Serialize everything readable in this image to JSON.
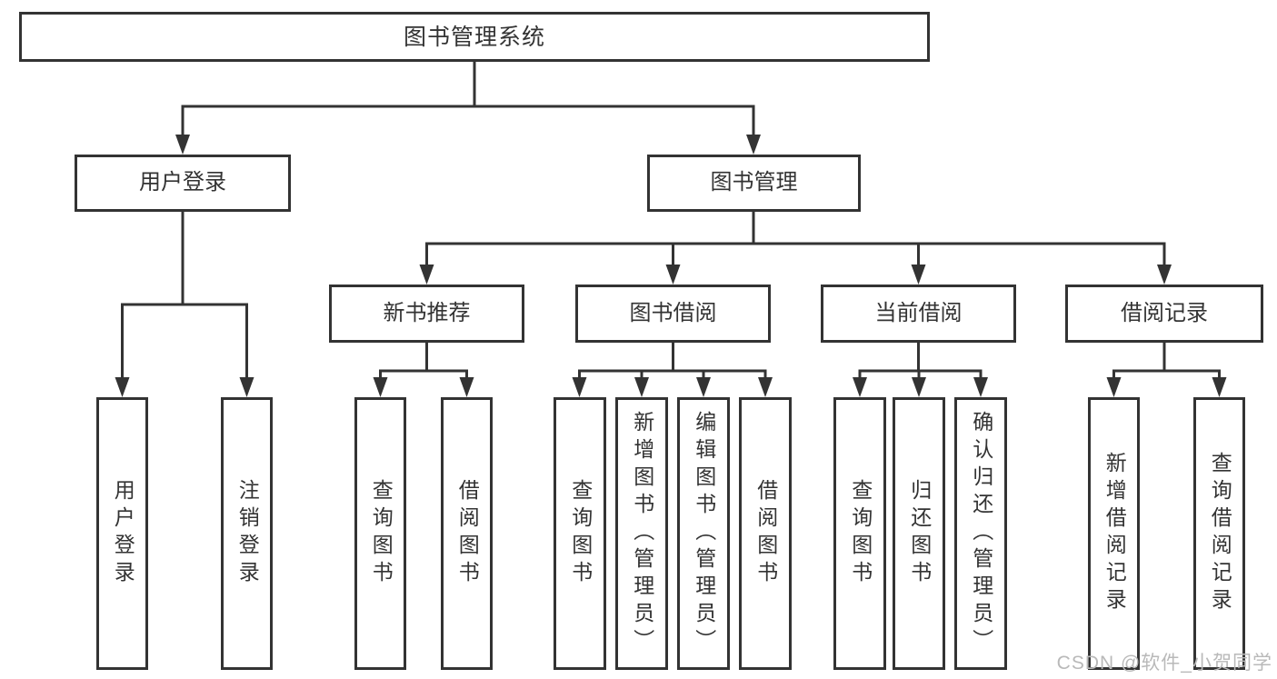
{
  "title": "图书管理系统",
  "watermark": "CSDN @软件_小贺同学",
  "colors": {
    "line": "#333333",
    "box_border": "#333333",
    "text": "#333333",
    "watermark": "#b9b9b9",
    "background": "#ffffff"
  },
  "nodes": {
    "root": "图书管理系统",
    "user_login": "用户登录",
    "book_mgmt": "图书管理",
    "new_book_rec": "新书推荐",
    "book_borrow": "图书借阅",
    "current_borrow": "当前借阅",
    "borrow_records": "借阅记录",
    "ul_login": "用户登录",
    "ul_logout": "注销登录",
    "nbr_query": "查询图书",
    "nbr_borrow": "借阅图书",
    "bb_query": "查询图书",
    "bb_add": "新增图书（管理员）",
    "bb_edit": "编辑图书（管理员）",
    "bb_borrow": "借阅图书",
    "cb_query": "查询图书",
    "cb_return": "归还图书",
    "cb_confirm": "确认归还（管理员）",
    "br_add": "新增借阅记录",
    "br_query": "查询借阅记录"
  },
  "tree": {
    "图书管理系统": {
      "用户登录": [
        "用户登录",
        "注销登录"
      ],
      "图书管理": {
        "新书推荐": [
          "查询图书",
          "借阅图书"
        ],
        "图书借阅": [
          "查询图书",
          "新增图书（管理员）",
          "编辑图书（管理员）",
          "借阅图书"
        ],
        "当前借阅": [
          "查询图书",
          "归还图书",
          "确认归还（管理员）"
        ],
        "借阅记录": [
          "新增借阅记录",
          "查询借阅记录"
        ]
      }
    }
  }
}
